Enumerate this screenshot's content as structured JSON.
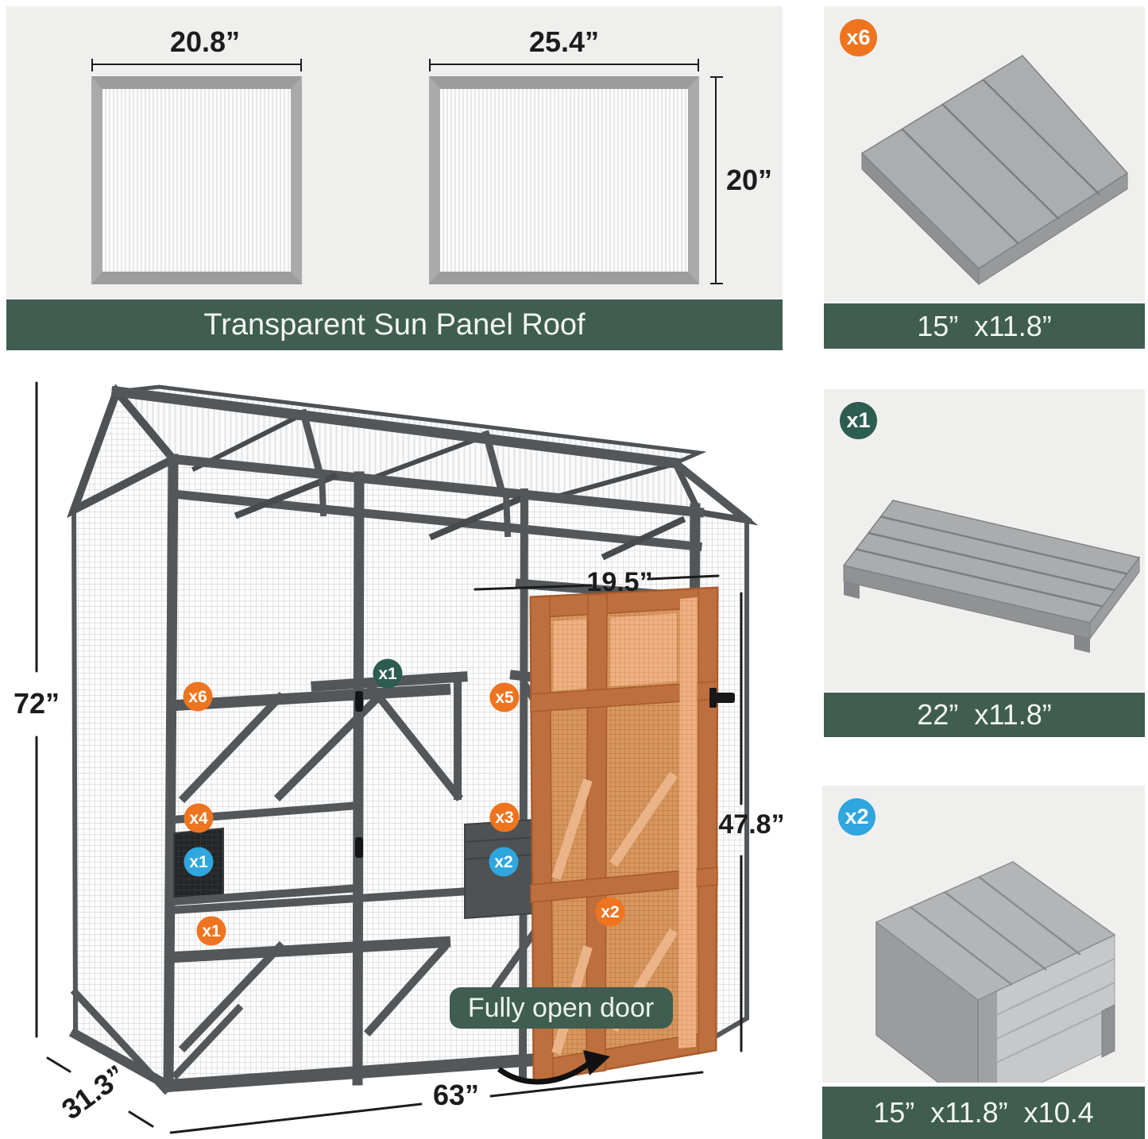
{
  "colors": {
    "banner_green": "#3f5d50",
    "card_gray": "#eff0ee",
    "badge_orange": "#ee7420",
    "badge_blue": "#2fa6de",
    "badge_green": "#2d5c50",
    "frame_gray": "#53575a",
    "door_orange": "#c87a4a",
    "dimension_ink": "#1c1c1c"
  },
  "sun_panel_section": {
    "banner": "Transparent Sun Panel Roof",
    "small_panel_width": "20.8”",
    "large_panel_width": "25.4”",
    "panel_height": "20”"
  },
  "main_diagram": {
    "height": "72”",
    "depth": "31.3”",
    "width": "63”",
    "door_width": "19.5”",
    "door_height": "47.8”",
    "door_banner": "Fully open door",
    "badges": [
      {
        "label": "x6",
        "color": "orange"
      },
      {
        "label": "x1",
        "color": "green"
      },
      {
        "label": "x5",
        "color": "orange"
      },
      {
        "label": "x4",
        "color": "orange"
      },
      {
        "label": "x1",
        "color": "blue"
      },
      {
        "label": "x3",
        "color": "orange"
      },
      {
        "label": "x2",
        "color": "blue"
      },
      {
        "label": "x1",
        "color": "orange"
      },
      {
        "label": "x2",
        "color": "orange"
      }
    ]
  },
  "parts": [
    {
      "qty": "x6",
      "color": "orange",
      "size": "15”  x11.8”"
    },
    {
      "qty": "x1",
      "color": "green",
      "size": "22”  x11.8”"
    },
    {
      "qty": "x2",
      "color": "blue",
      "size": "15”  x11.8”  x10.4"
    }
  ]
}
